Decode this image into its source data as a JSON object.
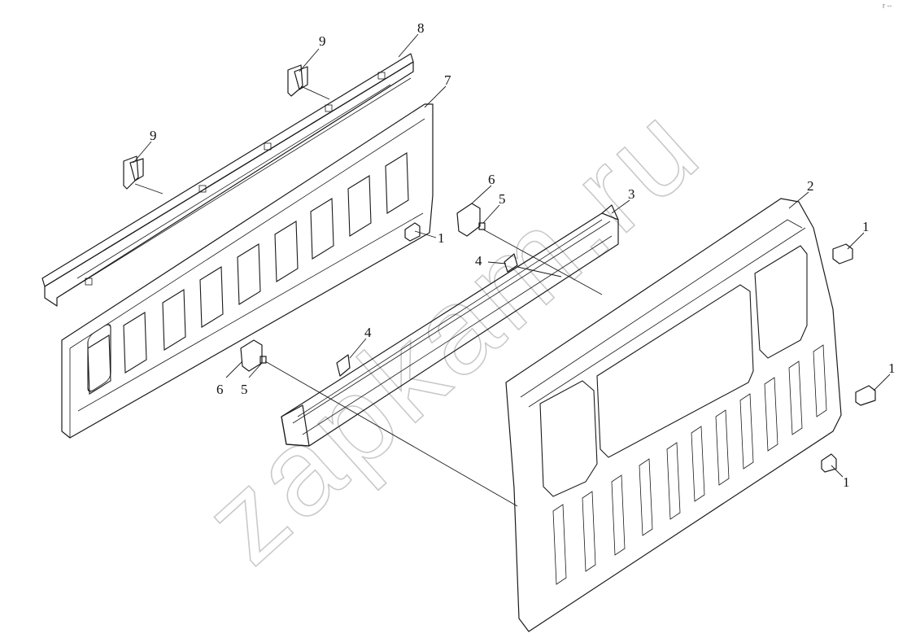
{
  "watermark": "zapkam.ru",
  "corner_mark": "r --",
  "callouts": [
    {
      "id": "c9a",
      "label": "9"
    },
    {
      "id": "c8",
      "label": "8"
    },
    {
      "id": "c7",
      "label": "7"
    },
    {
      "id": "c9b",
      "label": "9"
    },
    {
      "id": "c1a",
      "label": "1"
    },
    {
      "id": "c6a",
      "label": "6"
    },
    {
      "id": "c5a",
      "label": "5"
    },
    {
      "id": "c3",
      "label": "3"
    },
    {
      "id": "c4a",
      "label": "4"
    },
    {
      "id": "c2",
      "label": "2"
    },
    {
      "id": "c1b",
      "label": "1"
    },
    {
      "id": "c4b",
      "label": "4"
    },
    {
      "id": "c6b",
      "label": "6"
    },
    {
      "id": "c5b",
      "label": "5"
    },
    {
      "id": "c1c",
      "label": "1"
    },
    {
      "id": "c1d",
      "label": "1"
    }
  ]
}
